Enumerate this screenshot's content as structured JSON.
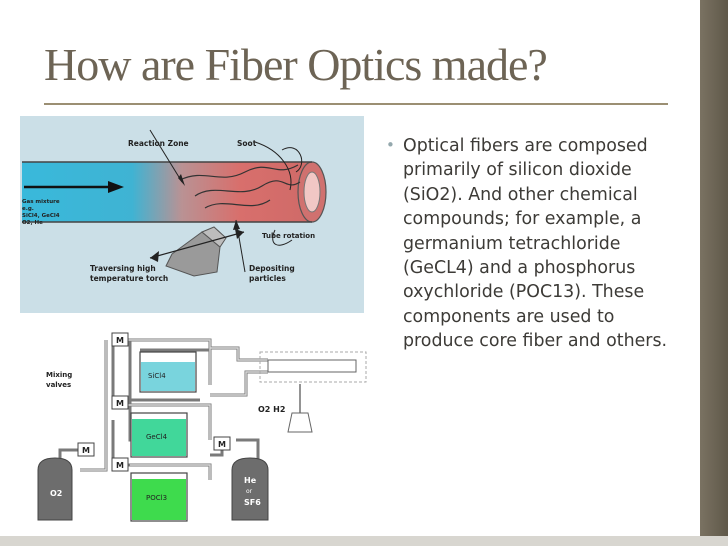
{
  "slide": {
    "title": "How are Fiber Optics made?",
    "bullet": "Optical fibers are composed primarily of silicon dioxide (SiO2). And other chemical compounds; for example, a germanium tetrachloride (GeCL4) and a phosphorus oxychloride (POC13). These components are used to produce core fiber and others."
  },
  "diagram_top": {
    "reaction_zone": "Reaction Zone",
    "soot": "Soot",
    "gas_mixture": [
      "Gas mixture",
      "e.g.",
      "SiCl4, GeCl4",
      "O2, He"
    ],
    "tube_rotation": "Tube rotation",
    "traversing_torch": [
      "Traversing high",
      "temperature torch"
    ],
    "depositing_particles": [
      "Depositing",
      "particles"
    ]
  },
  "diagram_bottom": {
    "mixing_valves": [
      "Mixing",
      "valves"
    ],
    "valve": "M",
    "bottles": [
      "SiCl4",
      "GeCl4",
      "POCl3"
    ],
    "o2h2": "O2 H2",
    "o2": "O2",
    "he": [
      "He",
      "or",
      "SF6"
    ]
  },
  "colors": {
    "top_panel": "#cbdfe7",
    "blue_gas": "#37b7d9",
    "red_zone": "#d9706d",
    "liquid_top": "#79d4dd",
    "liquid_mid": "#41d79a",
    "liquid_bottom": "#3edb4d"
  }
}
